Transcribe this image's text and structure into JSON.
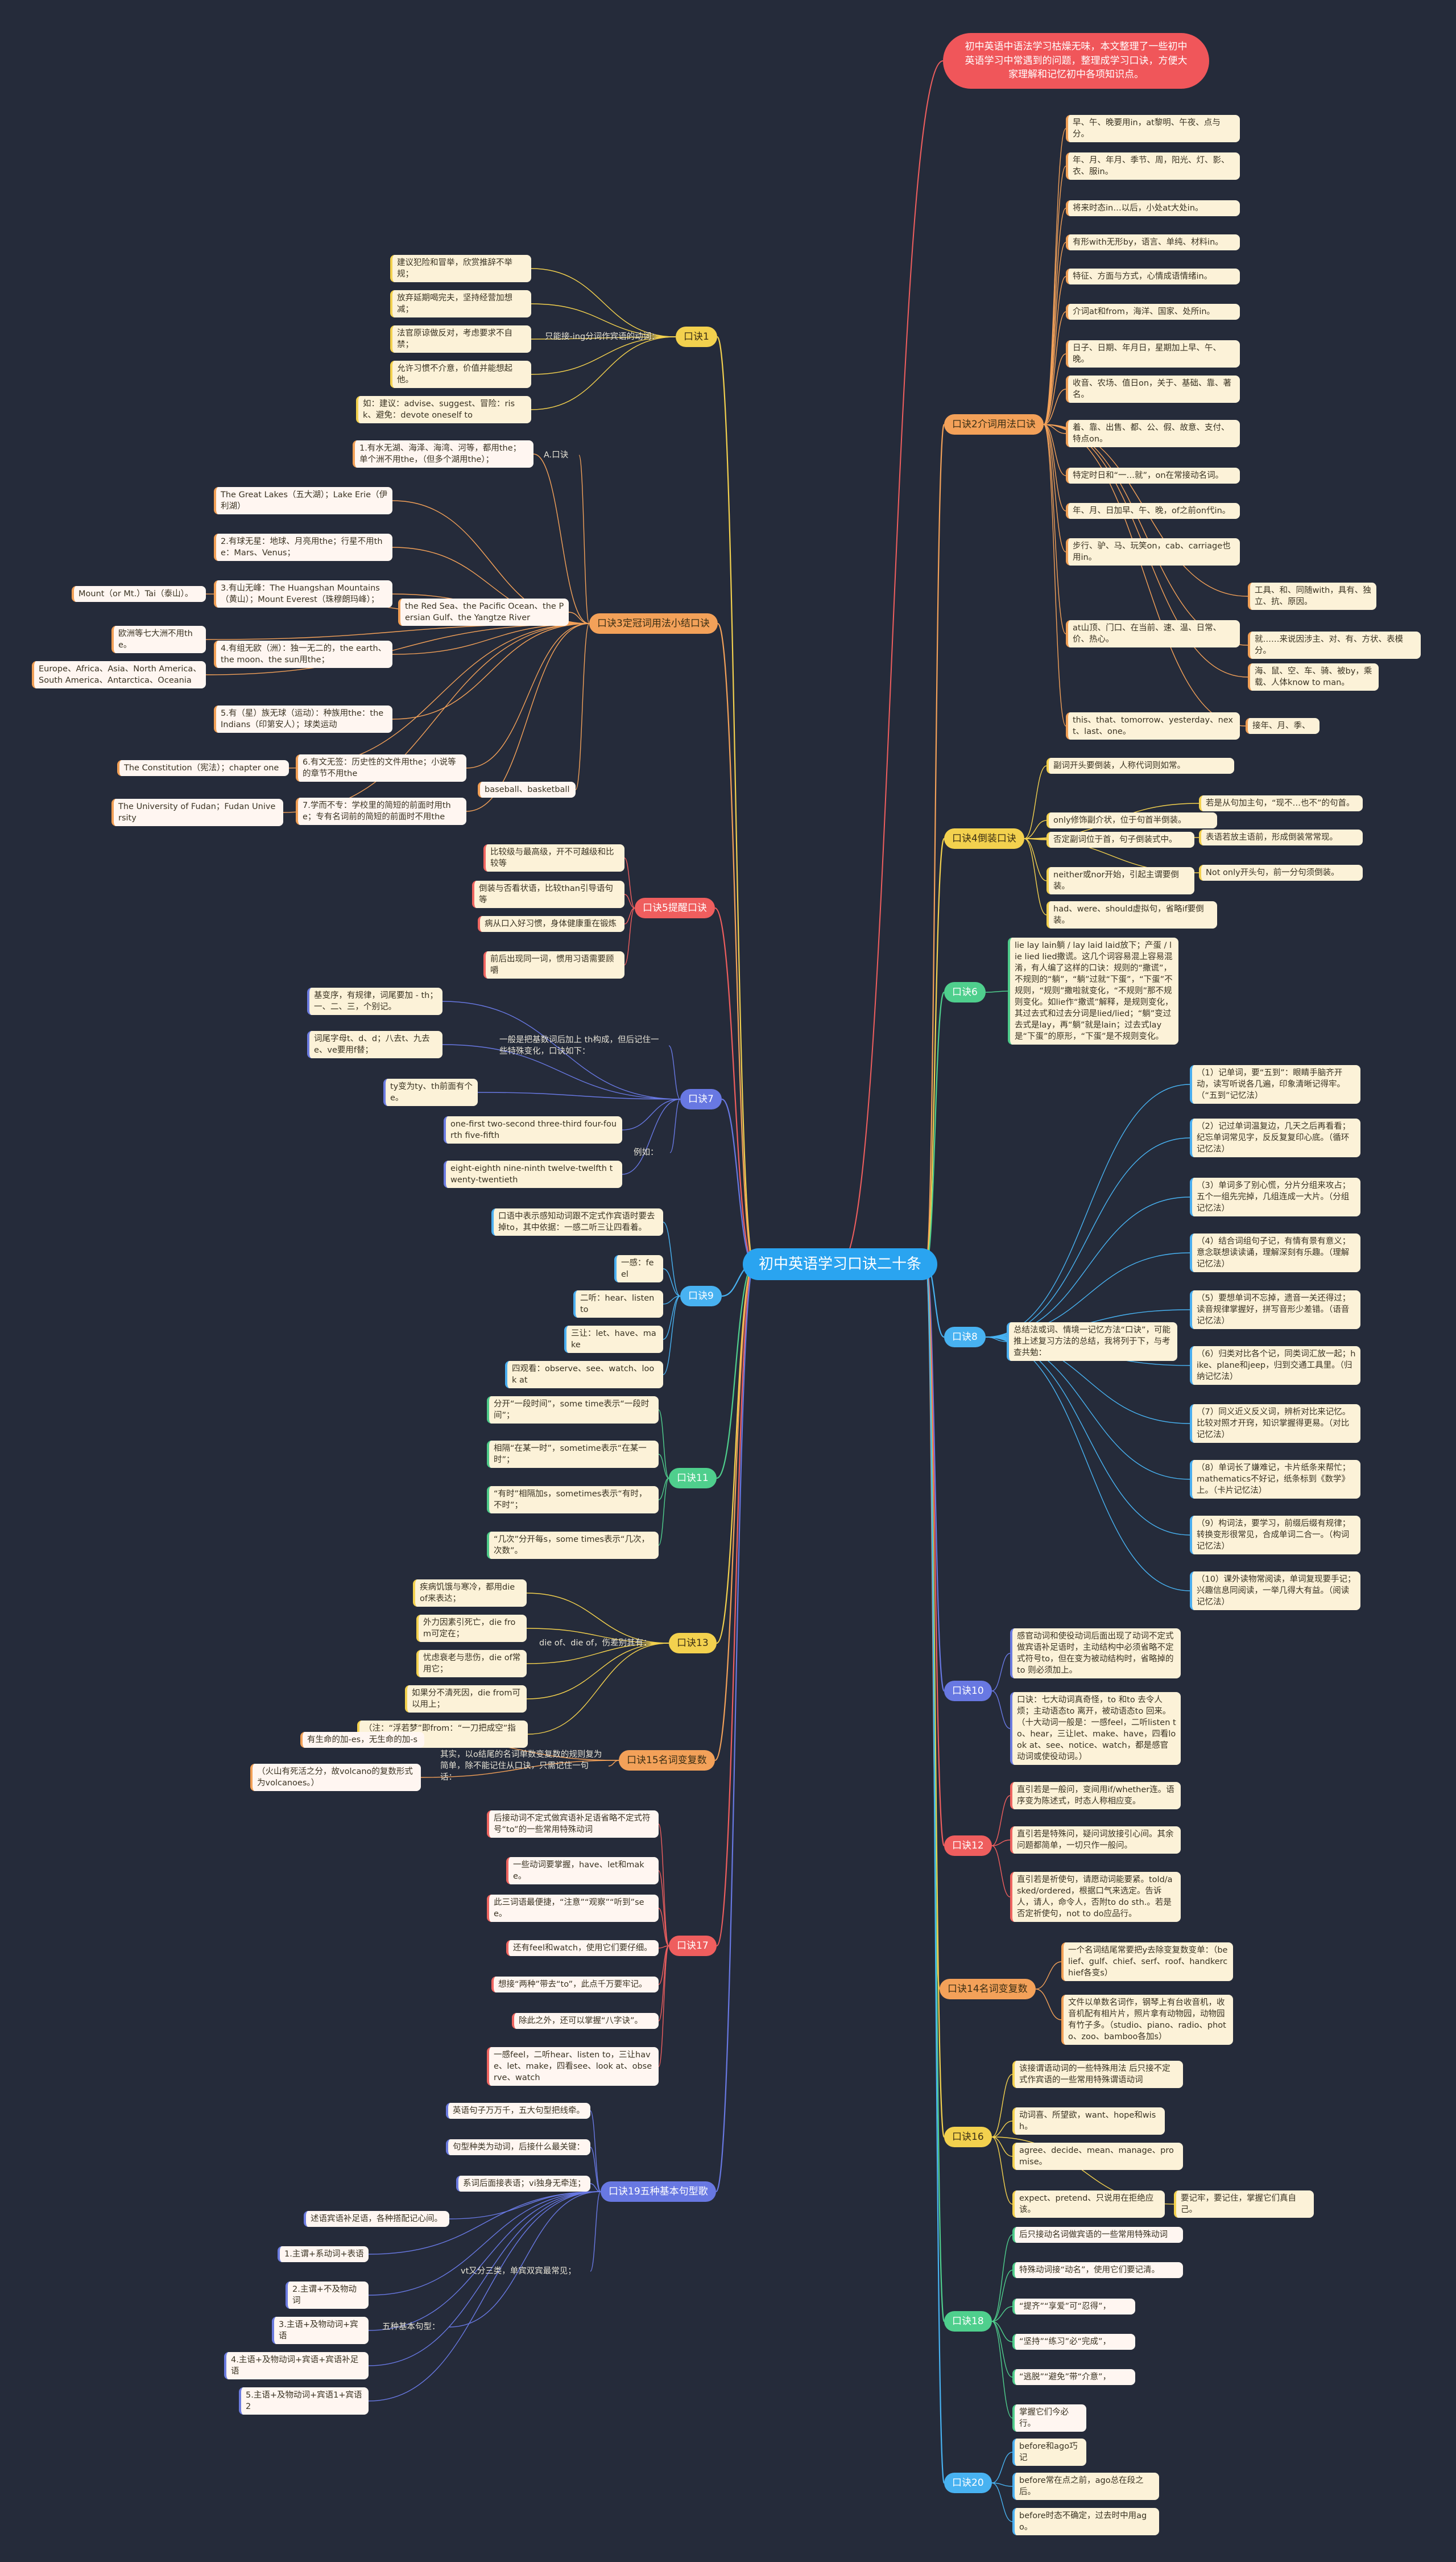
{
  "title": "初中英语学习口诀二十条",
  "intro": "初中英语中语法学习枯燥无味，本文整理了一些初中英语学习中常遇到的问题，整理成学习口诀，方便大家理解和记忆初中各项知识点。",
  "colors": {
    "background": "#252b3a",
    "root": "#2aa4f0",
    "yellow": "#f3d14e",
    "orange": "#f3a159",
    "red": "#ef5e5e",
    "green": "#4fcf8d",
    "blue": "#48b2f1",
    "purple": "#6878e2"
  },
  "k1": {
    "label": "口诀1",
    "mid": "只能接-ing分词作宾语的动词：",
    "items": [
      "建议犯险和冒举，欣赏推辞不举规；",
      "放弃延期喝完夫，坚持经营加想减；",
      "法官原谅做反对，考虑要求不自禁；",
      "允许习惯不介意，价值并能想起他。",
      "如：建议：advise、suggest、冒险：risk、避免：devote oneself to"
    ]
  },
  "k2": {
    "label": "口诀2介词用法口诀",
    "items": [
      "早、午、晚要用in，at黎明、午夜、点与分。",
      "年、月、年月、季节、周，阳光、灯、影、衣、服in。",
      "将来时态in…以后，小处at大处in。",
      "有形with无形by，语言、单纯、材料in。",
      "特征、方面与方式，心情成语情绪in。",
      "介词at和from，海洋、国家、处所in。",
      "日子、日期、年月日，星期加上早、午、晚。",
      "收音、农场、值日on，关于、基础、靠、著名。",
      "着、靠、出售、都、公、假、故意、支付、特点on。",
      "特定时日和“一…就”，on在常接动名词。",
      "年、月、日加早、午、晚，of之前on代in。",
      "步行、驴、马、玩笑on，cab、carriage也用in。",
      "at山顶、门口、在当前、速、温、日常、价、热心。",
      "this、that、tomorrow、yesterday、next、last、one。",
      "接年、月、季、"
    ],
    "sub": [
      "工具、和、同随with，具有、独立、抗、原因。",
      "就……来说因涉主、对、有、方状、表模分。",
      "海、鼠、空、车、骑、被by，乘载、人体know to man。"
    ]
  },
  "k3": {
    "label": "口诀3定冠词用法小结口诀",
    "a_label": "A.口诀",
    "a1": "1.有水无湖、海泽、海湾、河等，都用the；单个洲不用the，（但多个湖用the）；",
    "p2": "2.有球无星：地球、月亮用the；行星不用the：Mars、Venus；",
    "p3": "3.有山无峰：The Huangshan Mountains（黄山）；Mount Everest（珠穆朗玛峰）；",
    "p3_ex": "Mount（or Mt.）Tai（泰山）。",
    "p4": "4.有组无欧（洲）：独一无二的，the earth、the moon、the sun用the；",
    "p4_ex1": "欧洲等七大洲不用the。",
    "p4_ex2": "Europe、Africa、Asia、North America、South America、Antarctica、Oceania",
    "p5": "5.有（星）族无球（运动）：种族用the：the Indians（印第安人）；球类运动",
    "lakes": "The Great Lakes（五大湖）；Lake Erie（伊利湖）",
    "seas": "the Red Sea、the Pacific Ocean、the Persian Gulf、the Yangtze River",
    "ball": "baseball、basketball",
    "p6": "6.有文无签：历史性的文件用the；小说等的章节不用the",
    "p6_ex": "The Constitution（宪法）；chapter one",
    "p7": "7.学而不专：学校里的简短的前面时用the；专有名词前的简短的前面时不用the",
    "p7_ex": "The University of Fudan；Fudan University"
  },
  "k4": {
    "label": "口诀4倒装口诀",
    "items": [
      "副词开头要倒装，人称代词则如常。",
      "only修饰副介状，位于句首半倒装。",
      "否定副词位于首，句子倒装式中。",
      "neither或nor开始，引起主谓要倒装。",
      "had、were、should虚拟句，省略if要倒装。"
    ],
    "sub": [
      "若是从句加主句，“现不…也不”的句首。",
      "表语若放主语前，形成倒装常常现。",
      "Not only开头句，前一分句须倒装。"
    ]
  },
  "k5": {
    "label": "口诀5提醒口诀",
    "items": [
      "比较级与最高级，开不可越级和比较等",
      "倒装与否看状语，比较than引导语句等",
      "病从口入好习惯，身体健康重在锻炼",
      "前后出现同一词，惯用习语需要顾嚼"
    ]
  },
  "k6": {
    "label": "口诀6",
    "text": "lie lay lain躺 / lay laid laid放下；产蛋 / lie lied lied撒谎。这几个词容易混上容易混淆，有人编了这样的口诀：规则的“撒谎”，不规则的“躺”，“躺”过就“下蛋”，“下蛋”不规则，“规则”撒啦就变化，“不规则”那不规则变化。如lie作“撒谎”解释，是规则变化，其过去式和过去分词是lied/lied；“躺”变过去式是lay，再“躺”就是lain；过去式lay是“下蛋”的原形，“下蛋”是不规则变化。"
  },
  "k7": {
    "label": "口诀7",
    "mid": "一般是把基数词后加上 th构成，但后记住一些特殊变化，口诀如下：",
    "items": [
      "基变序，有规律，词尾要加 - th；一、二、三，个别记。",
      "词尾字母t、d、d；八去t、九去e、ve要用f替；",
      "ty变为ty、th前面有个e。"
    ],
    "ex_label": "例如：",
    "ex": [
      "one-first two-second three-third four-fourth five-fifth",
      "eight-eighth nine-ninth twelve-twelfth twenty-twentieth"
    ]
  },
  "k8": {
    "label": "口诀8",
    "text": "总结法或词、情境一记忆方法“口诀”，可能推上述复习方法的总结，我将列于下，与考查共勉：",
    "items": [
      "（1）记单词，要“五到”：眼睛手脑齐开动，读写听说各几遍，印象清晰记得牢。（“五到”记忆法）",
      "（2）记过单词温复边，几天之后再看看；纪忘单词常见字，反反复复印心底。（循环记忆法）",
      "（3）单词多了别心慌，分片分组来攻占；五个一组先完掉，几组连成一大片。（分组记忆法）",
      "（4）结合词组句子记，有情有景有意义；意念联想读读诵，理解深刻有乐趣。（理解记忆法）",
      "（5）要想单词不忘掉，遗音一关还得过；读音规律掌握好，拼写音形少差错。（语音记忆法）",
      "（6）归类对比各个记，同类词汇放一起；hike、plane和jeep，归到交通工具里。（归纳记忆法）",
      "（7）同义近义反义词，辨析对比来记忆。比较对照才开窍，知识掌握得更易。（对比记忆法）",
      "（8）单词长了嫌难记，卡片纸条来帮忙；mathematics不好记，纸条标到《数学》上。（卡片记忆法）",
      "（9）构词法，要学习，前缀后缀有规律；转换变形很常见，合成单词二合一。（构词记忆法）",
      "（10）课外读物常阅读，单词复现要手记；兴趣信息同阅读，一举几得大有益。（阅读记忆法）"
    ]
  },
  "k9": {
    "label": "口诀9",
    "items": [
      "口语中表示感知动词跟不定式作宾语时要去掉to，其中依据：一感二听三让四看着。",
      "一感：feel",
      "二听：hear、listen to",
      "三让：let、have、make",
      "四观看：observe、see、watch、look at"
    ]
  },
  "k10": {
    "label": "口诀10",
    "items": [
      "感官动词和使役动词后面出现了动词不定式做宾语补足语时，主动结构中必须省略不定式符号to，但在变为被动结构时，省略掉的to 则必须加上。",
      "口诀：七大动词真奇怪，to 和to 去令人烦；主动语态to 离开，被动语态to 回来。（十大动词一般是：一感feel，二听listen to、hear，三让let、make、have，四看look at、see、notice、watch，都是感官动词或使役动词。）"
    ]
  },
  "k11": {
    "label": "口诀11",
    "items": [
      "分开“一段时间”，some time表示“一段时间”；",
      "相隔“在某一时”，sometime表示“在某一时”；",
      "“有时”相隔加s，sometimes表示“有时，不时”；",
      "“几次”分开每s，some times表示“几次，次数”。"
    ]
  },
  "k12": {
    "label": "口诀12",
    "items": [
      "直引若是一般问，变间用if/whether连。语序变为陈述式，时态人称相应变。",
      "直引若是特殊问，疑问词放接引心间。其余问题都简单，一切只作一般问。",
      "直引若是祈使句，请愿动词能要紧。told/asked/ordered，根据口气来选定。告诉人，请人，命令人，否附to do sth.。若是否定祈使句，not to do应品行。"
    ]
  },
  "k13": {
    "label": "口诀13",
    "mid": "die of、die of，伤差别其有：",
    "items": [
      "疾病饥饿与寒冷，都用die of来表达；",
      "外力因素引死亡，die from可定在；",
      "忧虑衰老与悲伤，die of常用它；",
      "如果分不清死因，die from可以用上；"
    ],
    "extra": "（注：“浮若梦”即from：“一刀把成空”指用于外部）"
  },
  "k14": {
    "label": "口诀14名词变复数",
    "items": [
      "一个名词结尾常要把y去除变复数变单：（belief、gulf、chief、serf、roof、handkerchief各变s）",
      "文件以单数名词作，钢琴上有台收音机，收音机配有相片片，照片拿有动物园，动物园有竹子多。（studio、piano、radio、photo、zoo、bamboo各加s）"
    ]
  },
  "k15": {
    "label": "口诀15名词变复数",
    "mid": "其实，以o结尾的名词单数变复数的规则复为简单，除不能记住从口诀，只需记住一句话：",
    "items": [
      "有生命的加-es，无生命的加-s",
      "（火山有死活之分，故volcano的复数形式为volcanoes。）"
    ]
  },
  "k16": {
    "label": "口诀16",
    "items": [
      "该接谓语动词的一些特殊用法 后只接不定式作宾语的一些常用特殊谓语动词",
      "动词喜、所望欲，want、hope和wish。",
      "agree、decide、mean、manage、promise。",
      "expect、pretend、只说用在拒绝应该。"
    ],
    "sub": "要记牢，要记住，掌握它们真自己。"
  },
  "k17": {
    "label": "口诀17",
    "items": [
      "后接动词不定式做宾语补足语省略不定式符号“to”的一些常用特殊动词",
      "一些动词要掌握，have、let和make。",
      "此三词语最便捷，“注意”“观察”“听到”see。",
      "还有feel和watch，使用它们要仔细。",
      "想接“两种”带去“to”，此点千万要牢记。",
      "除此之外，还可以掌握“八字诀”。",
      "一感feel，二听hear、listen to，三让have、let、make，四看see、look at、observe、watch"
    ]
  },
  "k18": {
    "label": "口诀18",
    "items": [
      "后只接动名词做宾语的一些常用特殊动词",
      "特殊动词接“动名”，使用它们要记清。",
      "“提齐”“享爱”可“忍得”，",
      "“坚持”“练习”必“完成”，",
      "“逃脱”“避免”带“介意”，",
      "掌握它们今必行。"
    ]
  },
  "k19": {
    "label": "口诀19五种基本句型歌",
    "items": [
      "英语句子万万千，五大句型把线牵。",
      "句型种类为动词，后接什么最关键：",
      "系词后面接表语；vi独身无牵连；"
    ],
    "vt": "vt又分三类，单宾双宾最常见；",
    "sub_head": "述语宾语补足语，各种搭配记心间。",
    "five_label": "五种基本句型：",
    "five": [
      "1.主谓+系动词+表语",
      "2.主谓+不及物动词",
      "3.主语+及物动词+宾语",
      "4.主语+及物动词+宾语+宾语补足语",
      "5.主语+及物动词+宾语1+宾语2"
    ]
  },
  "k20": {
    "label": "口诀20",
    "items": [
      "before和ago巧记",
      "before常在点之前，ago总在段之后。",
      "before时态不确定，过去时中用ago。"
    ]
  }
}
